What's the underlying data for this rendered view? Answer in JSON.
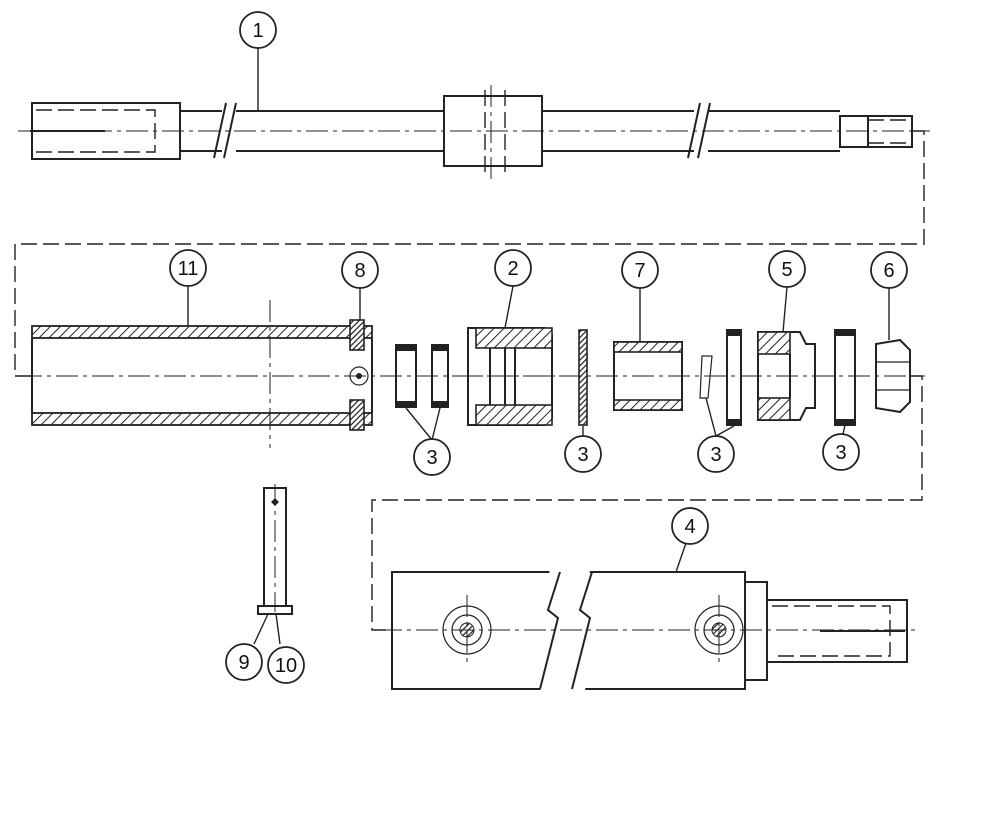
{
  "callouts": {
    "c1": "1",
    "c2": "2",
    "c3a": "3",
    "c3b": "3",
    "c3c": "3",
    "c3d": "3",
    "c4": "4",
    "c5": "5",
    "c6": "6",
    "c7": "7",
    "c8": "8",
    "c9": "9",
    "c10": "10",
    "c11": "11"
  },
  "parts": [
    {
      "id": "rod",
      "callout": "1"
    },
    {
      "id": "piston",
      "callout": "2"
    },
    {
      "id": "seal-set",
      "callout": "3"
    },
    {
      "id": "cylinder-tube",
      "callout": "4"
    },
    {
      "id": "wiper-gland",
      "callout": "5"
    },
    {
      "id": "lock-nut",
      "callout": "6"
    },
    {
      "id": "spacer",
      "callout": "7"
    },
    {
      "id": "grease-fitting",
      "callout": "8"
    },
    {
      "id": "pin",
      "callout": "9"
    },
    {
      "id": "retaining-ring",
      "callout": "10"
    },
    {
      "id": "rod-end-tube",
      "callout": "11"
    }
  ]
}
